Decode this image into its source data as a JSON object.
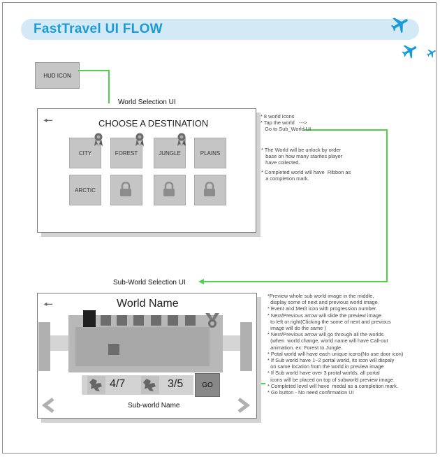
{
  "header": {
    "title": "FastTravel UI FLOW"
  },
  "hud": {
    "label": "HUD ICON"
  },
  "world_selection": {
    "section_label": "World Selection UI",
    "heading": "CHOOSE A DESTINATION",
    "tiles": [
      {
        "label": "CITY",
        "ribbon": true,
        "locked": false
      },
      {
        "label": "FOREST",
        "ribbon": true,
        "locked": false
      },
      {
        "label": "JUNGLE",
        "ribbon": true,
        "locked": false
      },
      {
        "label": "PLAINS",
        "ribbon": false,
        "locked": false
      },
      {
        "label": "ARCTIC",
        "ribbon": false,
        "locked": false
      },
      {
        "label": "",
        "ribbon": false,
        "locked": true
      },
      {
        "label": "",
        "ribbon": false,
        "locked": true
      },
      {
        "label": "",
        "ribbon": false,
        "locked": true
      }
    ],
    "notes": [
      "* 8 world Icons\n* Tap the world   --->\n   Go to Sub_World UI",
      "* The World will be unlock by order\n   base on how many starites player\n   have collected.",
      "* Completed world will have  Ribbon as\n   a completion mark."
    ]
  },
  "sub_world": {
    "section_label": "Sub-World Selection UI",
    "world_name": "World Name",
    "counter_event": "4/7",
    "counter_merit": "3/5",
    "go_label": "GO",
    "sub_world_name": "Sub-world Name",
    "notes": "*Preview whole sub world image in the middle,\n  display some of next and previous world image.\n* Event and Merit icon with progression number.\n* Next/Previous arrow will slide the preview image\n  to left or right(Clicking the some of next and previous\n  image will do the same )\n* Next/Previous arrow will go through all the worlds\n  (when  world change, world name will have Call-out\n  animation. ex: Forest to Jungle.\n* Potal world will have each unique icons(No use door icon)\n* If Sub world have 1~2 portal world, its icon will dispaly\n  on same location from the world in preview image\n* If Sub world have over 3 protal worlds, all portal\n  icons will be placed on top of subworld preview image.\n* Completed level will have  medal as a completion mark.\n* Go button - No need confirmation UI"
  },
  "colors": {
    "accent": "#1a9bd8",
    "title_bar": "#d3e9f5",
    "flow_line": "#4cd14c"
  }
}
